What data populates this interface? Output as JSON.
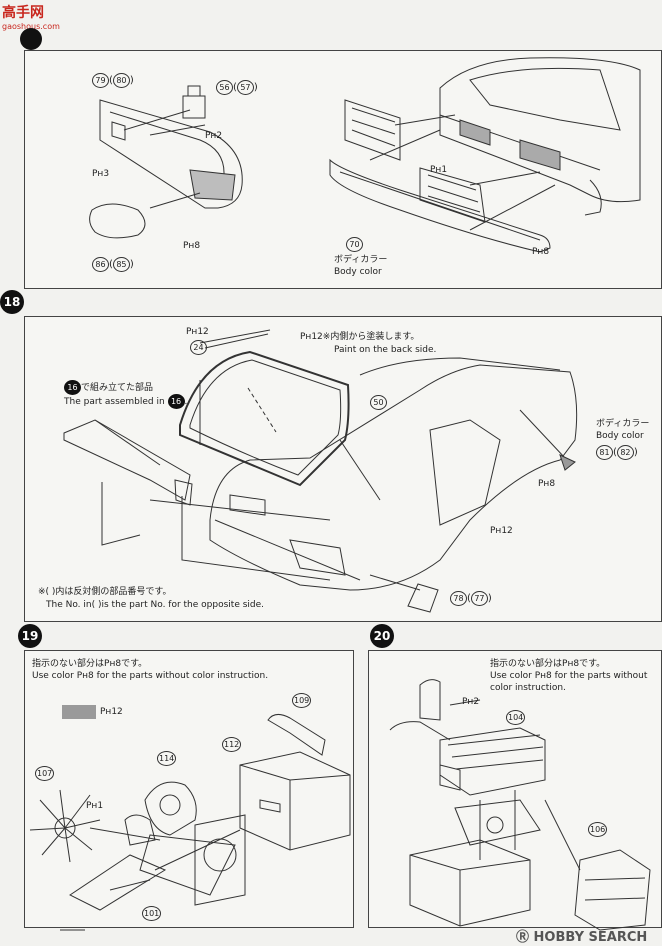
{
  "watermark": {
    "brand": "高手网",
    "url": "gaoshous.com"
  },
  "footer": {
    "mark": "Ⓡ",
    "brand": "HOBBY SEARCH"
  },
  "step17": {
    "parts": {
      "p79": "79",
      "p80": "80",
      "p56": "56",
      "p57": "57",
      "p86": "86",
      "p85": "85",
      "p70": "70"
    },
    "ph2": "2",
    "ph3": "3",
    "ph8a": "8",
    "ph1": "1",
    "ph8b": "8",
    "body_jp": "ボディカラー",
    "body_en": "Body color"
  },
  "step18": {
    "number": "18",
    "ph12a": "12",
    "p24": "24",
    "ph12b": "12",
    "note_jp": "内側から塗装します。",
    "note_en": "Paint on the back side.",
    "p50": "50",
    "p16": "16",
    "assembled_jp": "で組み立てた部品",
    "assembled_en": "The part assembled in",
    "body_jp": "ボディカラー",
    "body_en": "Body color",
    "p81": "81",
    "p82": "82",
    "ph8": "8",
    "ph12c": "12",
    "p78": "78",
    "p77": "77",
    "footnote_jp": "※(  )内は反対側の部品番号です。",
    "footnote_en": "The No. in(   )is the part No. for the opposite side."
  },
  "step19": {
    "number": "19",
    "instr_jp": "指示のない部分は",
    "instr_jp_tail": "です。",
    "instr_ph": "8",
    "instr_en_pre": "Use color",
    "instr_en_post": "for the parts without color instruction.",
    "swatch_ph": "12",
    "p109": "109",
    "p112": "112",
    "p114": "114",
    "p107": "107",
    "ph1": "1",
    "p101": "101"
  },
  "step20": {
    "number": "20",
    "instr_jp": "指示のない部分は",
    "instr_jp_tail": "です。",
    "instr_ph": "8",
    "instr_en_pre": "Use color",
    "instr_en_post": "for the parts without",
    "instr_en_line2": "color instruction.",
    "ph2": "2",
    "p104": "104",
    "p106": "106"
  }
}
